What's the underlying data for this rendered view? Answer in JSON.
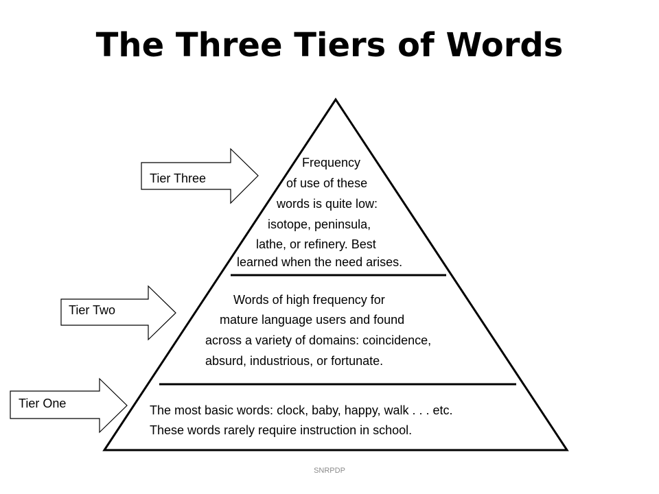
{
  "title": "The Three Tiers of Words",
  "arrows": [
    {
      "label": "Tier Three"
    },
    {
      "label": "Tier Two"
    },
    {
      "label": "Tier One"
    }
  ],
  "tiers": {
    "three": {
      "lines": [
        "Frequency",
        "of use of these",
        "words is quite low:",
        "isotope, peninsula,",
        "lathe, or refinery.  Best",
        "learned when the need arises."
      ]
    },
    "two": {
      "lines": [
        "Words of high frequency for",
        "mature language users and found",
        "across a variety of domains: coincidence,",
        "absurd, industrious, or fortunate."
      ]
    },
    "one": {
      "lines": [
        "The most basic words: clock, baby, happy, walk . . .  etc.",
        "These words rarely require instruction in school."
      ]
    }
  },
  "footer": "SNRPDP"
}
